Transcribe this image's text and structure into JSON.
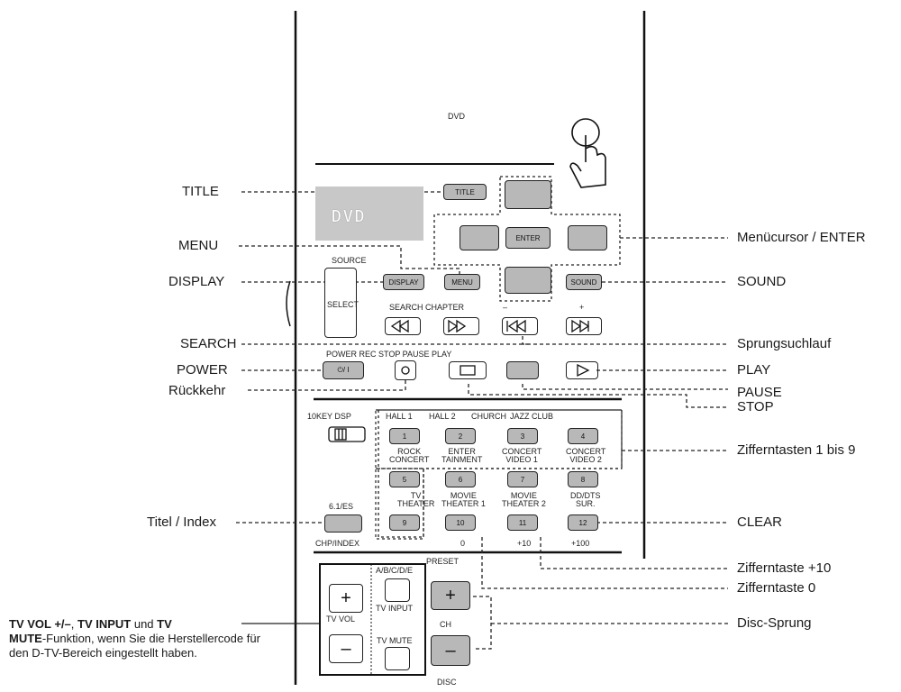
{
  "callouts_left": {
    "title": "TITLE",
    "menu": "MENU",
    "display": "DISPLAY",
    "search": "SEARCH",
    "power": "POWER",
    "return": "Rückkehr",
    "title_index": "Titel / Index"
  },
  "callouts_right": {
    "menu_cursor": "Menücursor / ENTER",
    "sound": "SOUND",
    "skip_search": "Sprungsuchlauf",
    "play": "PLAY",
    "pause": "PAUSE",
    "stop": "STOP",
    "numeric": "Zifferntasten 1 bis 9",
    "clear": "CLEAR",
    "plus10": "Zifferntaste +10",
    "zero": "Zifferntaste 0",
    "disc_skip": "Disc-Sprung"
  },
  "note": {
    "b1": "TV VOL +/–",
    "t1": ", ",
    "b2": "TV INPUT",
    "t2": " und ",
    "b3": "TV",
    "b4": "MUTE",
    "t3": "-Funktion, wenn Sie die Herstellercode für den D-TV-Bereich eingestellt haben."
  },
  "remote": {
    "mode": "DVD",
    "lcd": "DVD",
    "source": "SOURCE",
    "select": "SELECT",
    "title_btn": "TITLE",
    "display_btn": "DISPLAY",
    "menu_btn": "MENU",
    "enter_btn": "ENTER",
    "sound_btn": "SOUND",
    "search_chapter": "SEARCH CHAPTER",
    "minus": "–",
    "plus": "+",
    "transport_labels": "POWER REC STOP PAUSE PLAY",
    "power_btn": "⏻/ I",
    "tenkey_dsp": "10KEY DSP",
    "dsp_labels": [
      "HALL 1",
      "HALL 2",
      "CHURCH",
      "JAZZ CLUB"
    ],
    "row2_labels": [
      "ROCK\nCONCERT",
      "ENTER\nTAINMENT",
      "CONCERT\nVIDEO 1",
      "CONCERT\nVIDEO 2"
    ],
    "row3_labels": [
      "TV\nTHEATER",
      "MOVIE\nTHEATER 1",
      "MOVIE\nTHEATER 2",
      "DD/DTS\nSUR."
    ],
    "num_row1": [
      "1",
      "2",
      "3",
      "4"
    ],
    "num_row2": [
      "5",
      "6",
      "7",
      "8"
    ],
    "num_row3": [
      "9",
      "10",
      "11",
      "12"
    ],
    "es_label": "6.1/ES",
    "chp_index": "CHP/INDEX",
    "under_10": "0",
    "under_11": "+10",
    "under_12": "+100",
    "abcdef": "A/B/C/D/E",
    "preset": "PRESET",
    "tv_vol": "TV VOL",
    "tv_input": "TV INPUT",
    "tv_mute": "TV MUTE",
    "ch": "CH",
    "disc": "DISC",
    "btn_plus": "+",
    "btn_minus": "–"
  }
}
